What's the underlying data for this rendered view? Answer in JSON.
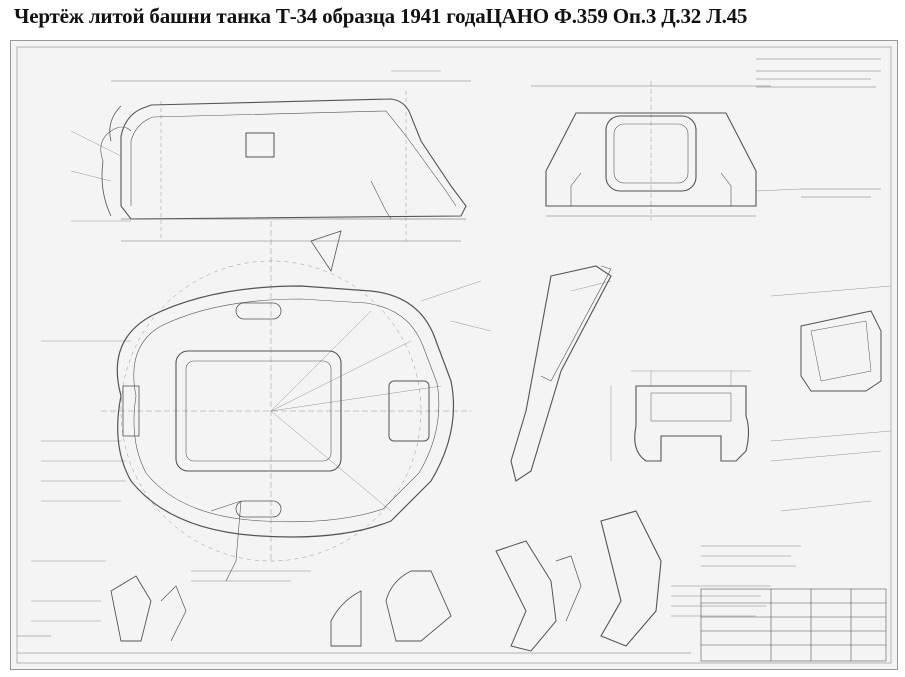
{
  "page": {
    "title": "Чертёж литой башни танка Т-34 образца 1941 годаЦАНО Ф.359 Оп.3 Д.32 Л.45"
  },
  "drawing": {
    "description_language": "ru",
    "line_color": "#555555",
    "paper_color": "#f4f4f4",
    "views": [
      "side-view",
      "front-view",
      "top-plan-view",
      "sections",
      "notes",
      "title-block"
    ]
  }
}
